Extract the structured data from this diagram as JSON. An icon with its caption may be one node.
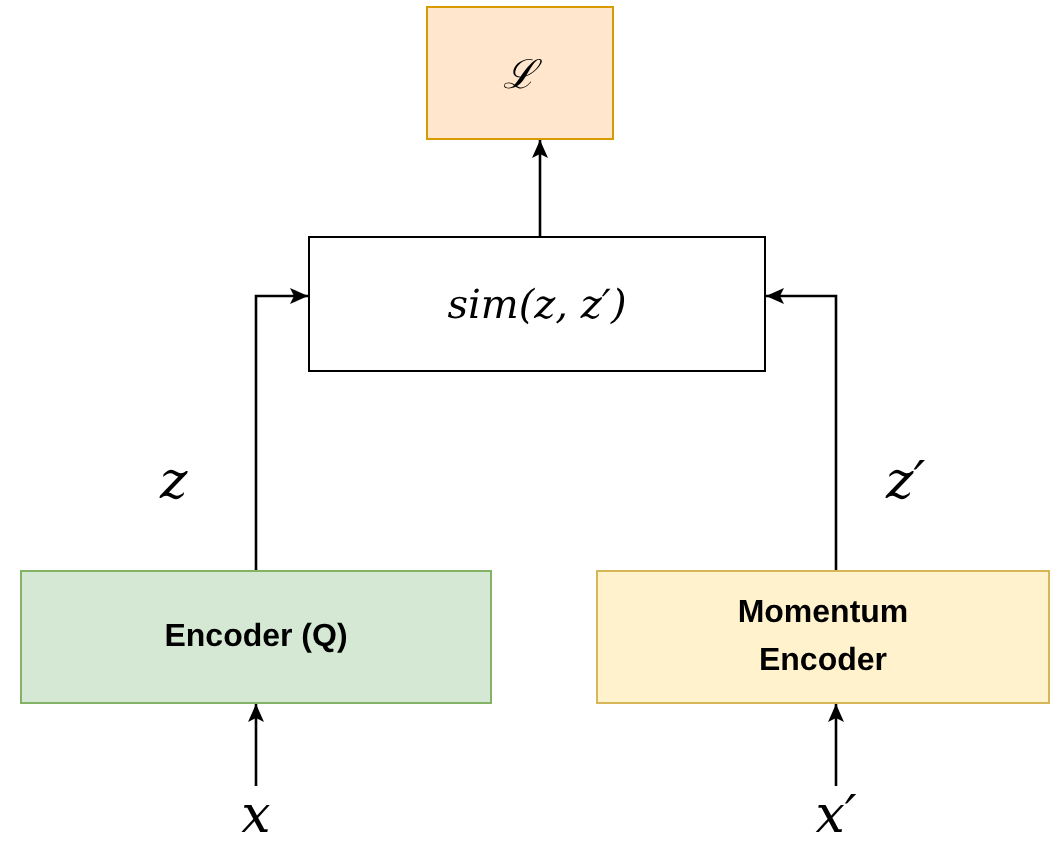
{
  "diagram": {
    "nodes": [
      {
        "text": [
          "ℒ"
        ]
      },
      {
        "text": [
          "sim(z, z′)"
        ]
      },
      {
        "text": [
          "Encoder (Q)"
        ]
      },
      {
        "text": [
          "Momentum Encoder"
        ]
      },
      {
        "text": [
          "x"
        ]
      },
      {
        "text": [
          "x′"
        ]
      }
    ],
    "edges": [
      {
        "from": 4,
        "to": 2,
        "arrow": "to"
      },
      {
        "from": 5,
        "to": 3,
        "arrow": "to"
      },
      {
        "from": 2,
        "to": 1,
        "arrow": "to",
        "label": "z"
      },
      {
        "from": 3,
        "to": 1,
        "arrow": "to",
        "label": "z′"
      },
      {
        "from": 1,
        "to": 0,
        "arrow": "to"
      }
    ]
  }
}
